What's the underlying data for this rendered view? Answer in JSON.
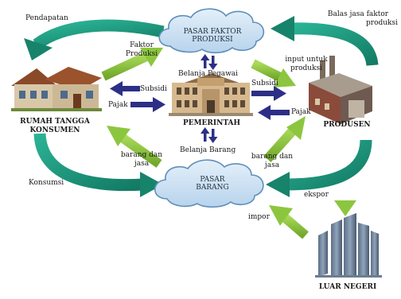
{
  "nodes": {
    "market_factors": {
      "line1": "PASAR FAKTOR",
      "line2": "PRODUKSI"
    },
    "market_goods": {
      "line1": "PASAR",
      "line2": "BARANG"
    },
    "households": {
      "line1": "RUMAH TANGGA",
      "line2": "KONSUMEN"
    },
    "government": {
      "label": "PEMERINTAH"
    },
    "producers": {
      "label": "PRODUSEN"
    },
    "foreign": {
      "label": "LUAR NEGERI"
    }
  },
  "flows": {
    "pendapatan": "Pendapatan",
    "balas_jasa_1": "Balas jasa faktor",
    "balas_jasa_2": "produksi",
    "faktor_produksi_1": "Faktor",
    "faktor_produksi_2": "Produksi",
    "input_1": "input untuk",
    "input_2": "produksi",
    "subsidi_left": "Subsidi",
    "pajak_left": "Pajak",
    "subsidi_right": "Subsidi",
    "pajak_right": "Pajak",
    "belanja_pegawai": "Belanja Pegawai",
    "belanja_barang": "Belanja Barang",
    "barang_jasa_left_1": "barang dan",
    "barang_jasa_left_2": "jasa",
    "barang_jasa_right_1": "barang dan",
    "barang_jasa_right_2": "jasa",
    "konsumsi": "Konsumsi",
    "ekspor": "ekspor",
    "impor": "impor"
  },
  "colors": {
    "teal_arrow": "#1f9a7f",
    "green_arrow": "#8cc63f",
    "navy_arrow": "#2c2f86",
    "cloud_fill": "#cfe3f3",
    "cloud_stroke": "#5f8fb9"
  }
}
